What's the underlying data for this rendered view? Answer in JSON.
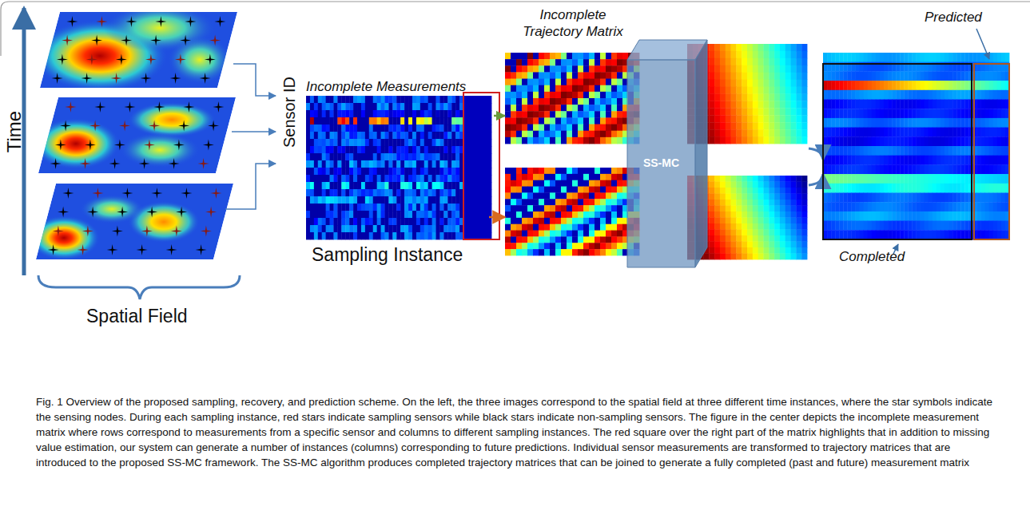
{
  "diagram": {
    "caption": "Fig. 1 Overview of the proposed sampling, recovery, and prediction scheme. On the left, the three images correspond to the spatial field at three different time instances, where the star symbols indicate the sensing nodes. During each sampling instance, red stars indicate sampling sensors while black stars indicate non-sampling sensors. The figure in the center depicts the incomplete measurement matrix where rows correspond to measurements from a specific sensor and columns to different sampling instances. The red square over the right part of the matrix highlights that in addition to missing value estimation, our system can generate a number of instances (columns) corresponding to future predictions. Individual sensor measurements are transformed to trajectory matrices that are introduced to the proposed SS-MC framework. The SS-MC algorithm produces completed trajectory matrices that can be joined to generate a fully completed (past and future) measurement matrix",
    "nodes": [
      {
        "text": [
          "Incomplete Measurements"
        ]
      },
      {
        "text": [
          "Incomplete Trajectory Matrix"
        ]
      },
      {
        "text": [
          "SS-MC"
        ]
      }
    ],
    "edges": [
      {
        "from": 0,
        "to": 1,
        "arrow": "to"
      }
    ],
    "labels": [
      "Time",
      "Sensor ID",
      "Sampling Instance",
      "Spatial Field",
      "Predicted",
      "Completed"
    ]
  }
}
